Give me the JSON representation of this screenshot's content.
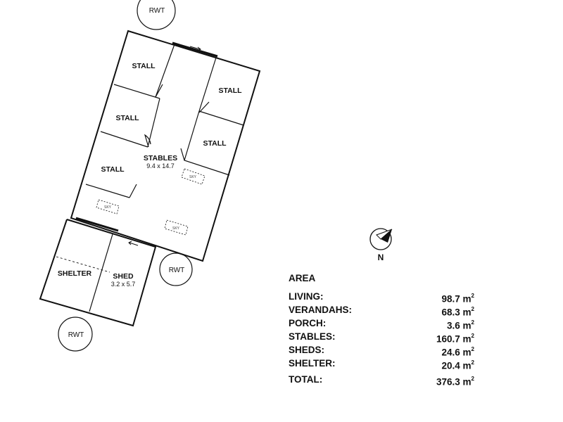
{
  "plan": {
    "stall_label": "STALL",
    "stables_label": "STABLES",
    "stables_dims": "9.4 x 14.7",
    "shelter_label": "SHELTER",
    "shed_label": "SHED",
    "shed_dims": "3.2 x 5.7",
    "rwt_label": "RWT",
    "sky_label": "SKY",
    "north_label": "N"
  },
  "area": {
    "title": "AREA",
    "unit": "m",
    "unit_exp": "2",
    "rows": [
      {
        "label": "LIVING:",
        "value": "98.7"
      },
      {
        "label": "VERANDAHS:",
        "value": "68.3"
      },
      {
        "label": "PORCH:",
        "value": "3.6"
      },
      {
        "label": "STABLES:",
        "value": "160.7"
      },
      {
        "label": "SHEDS:",
        "value": "24.6"
      },
      {
        "label": "SHELTER:",
        "value": "20.4"
      }
    ],
    "total": {
      "label": "TOTAL:",
      "value": "376.3"
    }
  }
}
